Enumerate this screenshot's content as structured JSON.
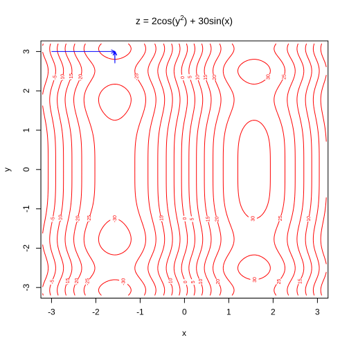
{
  "chart_data": {
    "type": "contour",
    "title_parts": {
      "base": "z = 2cos(y",
      "sup": "2",
      "rest": ") + 30sin(x)"
    },
    "xlabel": "x",
    "ylabel": "y",
    "xlim": [
      -3.0,
      3.0
    ],
    "ylim": [
      -3.0,
      3.0
    ],
    "x_ticks": [
      "-3",
      "-2",
      "-1",
      "0",
      "1",
      "2",
      "3"
    ],
    "y_ticks": [
      "-3",
      "-2",
      "-1",
      "0",
      "1",
      "2",
      "3"
    ],
    "levels": [
      -30,
      -25,
      -20,
      -15,
      -10,
      -5,
      0,
      5,
      10,
      15,
      20,
      25,
      30
    ],
    "function": {
      "a": 2,
      "b": 30
    },
    "contour_color": "#ff0000",
    "arrow_color": "#0000ff",
    "arrows": {
      "tip": [
        -1.57,
        3.0
      ],
      "from": [
        [
          -3.0,
          3.0
        ],
        [
          -1.57,
          2.7
        ],
        [
          -1.57,
          2.72
        ],
        [
          -1.57,
          2.75
        ],
        [
          -1.57,
          2.8
        ],
        [
          -1.57,
          2.85
        ],
        [
          -1.57,
          2.9
        ]
      ]
    },
    "grid": false
  }
}
